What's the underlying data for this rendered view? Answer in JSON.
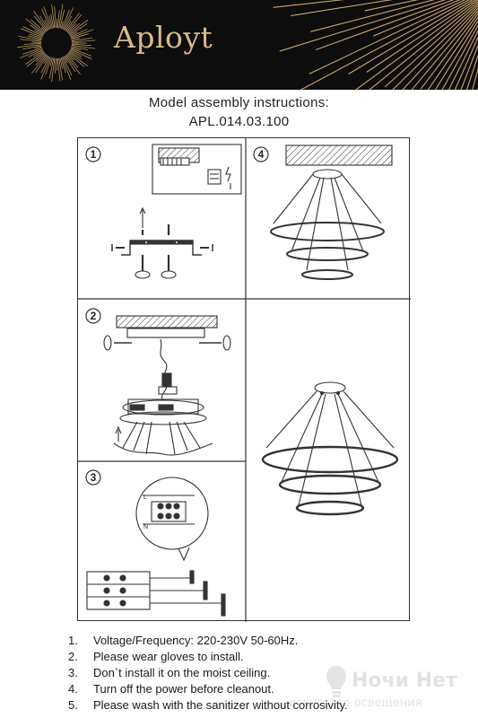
{
  "header": {
    "brand": "Aployt",
    "logo_icon": "sunburst-icon"
  },
  "title": {
    "line1": "Model assembly instructions:",
    "line2": "APL.014.03.100"
  },
  "diagram": {
    "step_numbers": [
      "1",
      "2",
      "3",
      "4"
    ],
    "wire_labels": {
      "l": "L",
      "n": "N"
    }
  },
  "instructions": [
    {
      "num": "1.",
      "text": "Voltage/Frequency: 220-230V 50-60Hz."
    },
    {
      "num": "2.",
      "text": "Please wear gloves to install."
    },
    {
      "num": "3.",
      "text": "Don`t install it on the moist ceiling."
    },
    {
      "num": "4.",
      "text": "Turn off the power before cleanout."
    },
    {
      "num": "5.",
      "text": "Please wash with the sanitizer without corrosivity."
    }
  ],
  "watermark": {
    "name": "Ночи Нет",
    "subtitle": "искусство освещения"
  }
}
